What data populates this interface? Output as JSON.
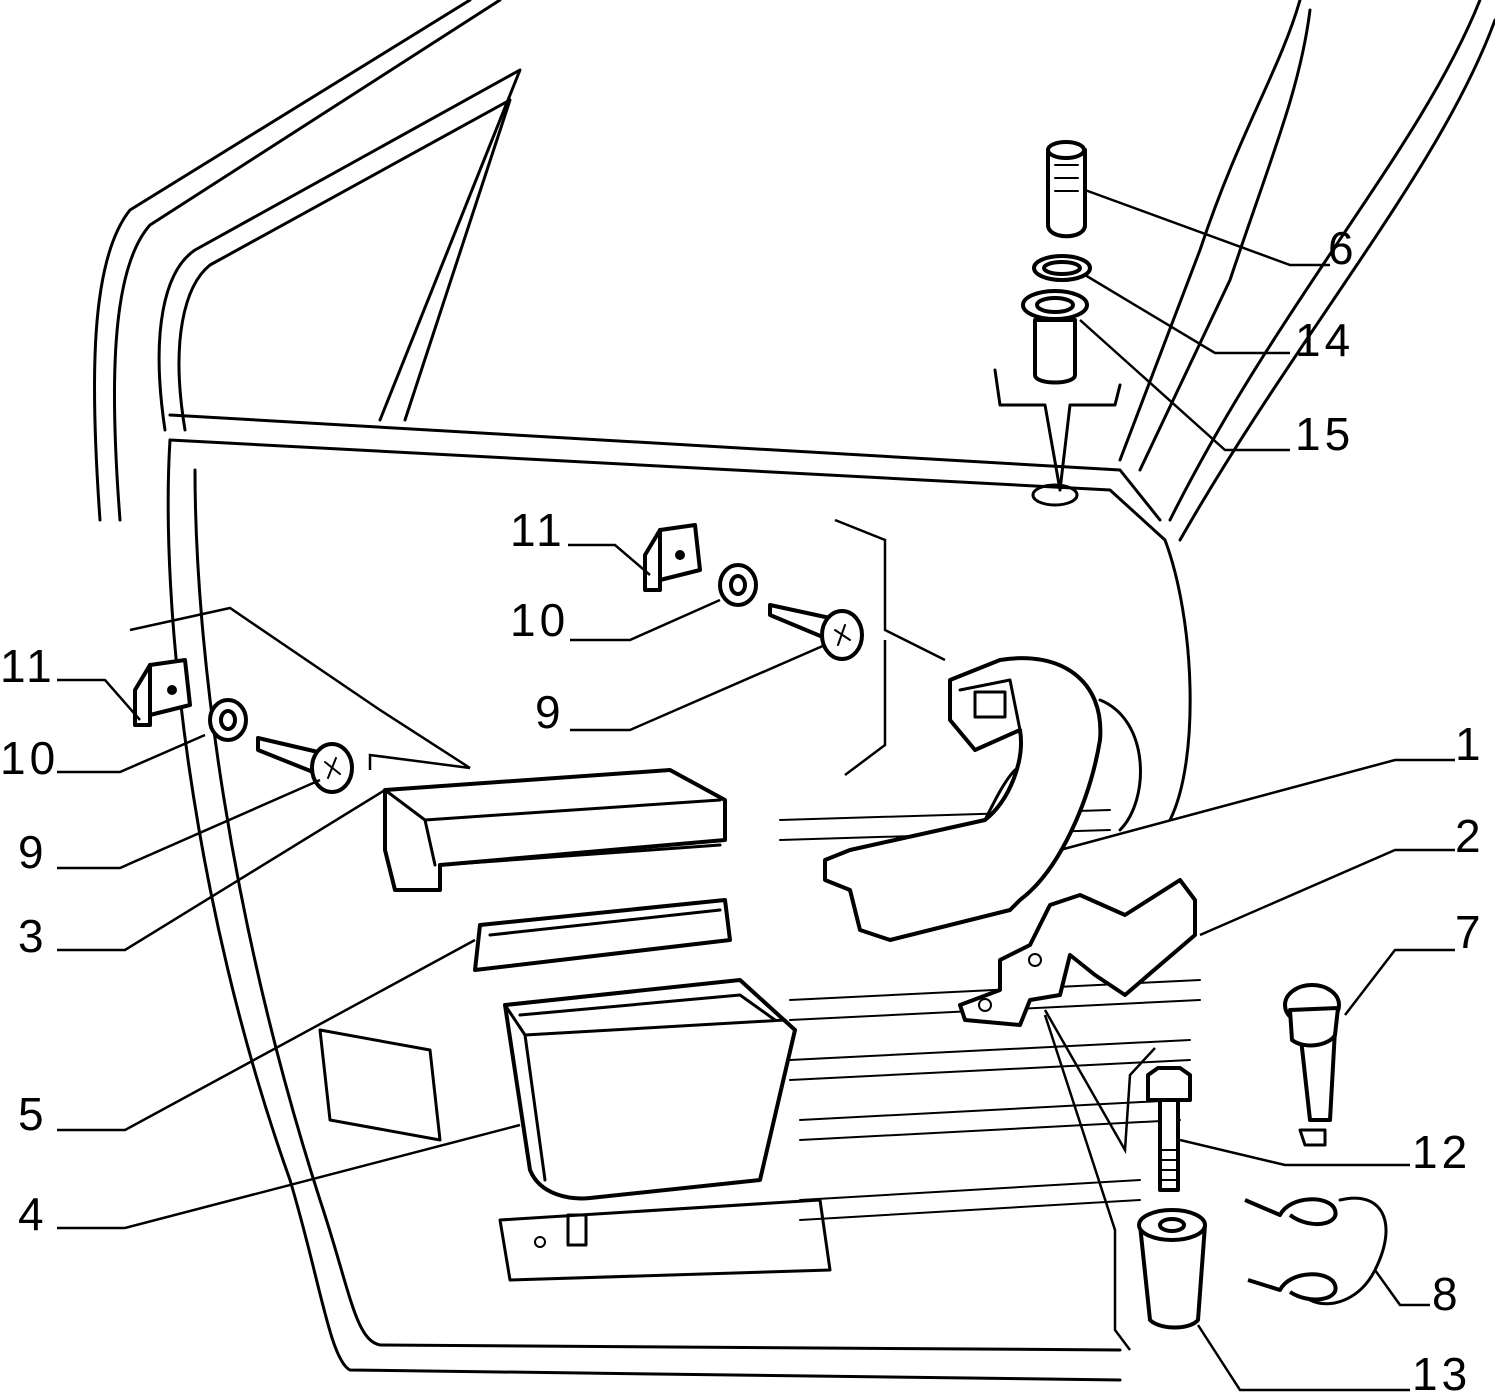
{
  "labels": {
    "l1": "1",
    "l2": "2",
    "l3": "3",
    "l4": "4",
    "l5": "5",
    "l6": "6",
    "l7": "7",
    "l8": "8",
    "l9a": "9",
    "l9b": "9",
    "l10a": "10",
    "l10b": "10",
    "l11a": "11",
    "l11b": "11",
    "l12": "12",
    "l13": "13",
    "l14": "14",
    "l15": "15"
  }
}
